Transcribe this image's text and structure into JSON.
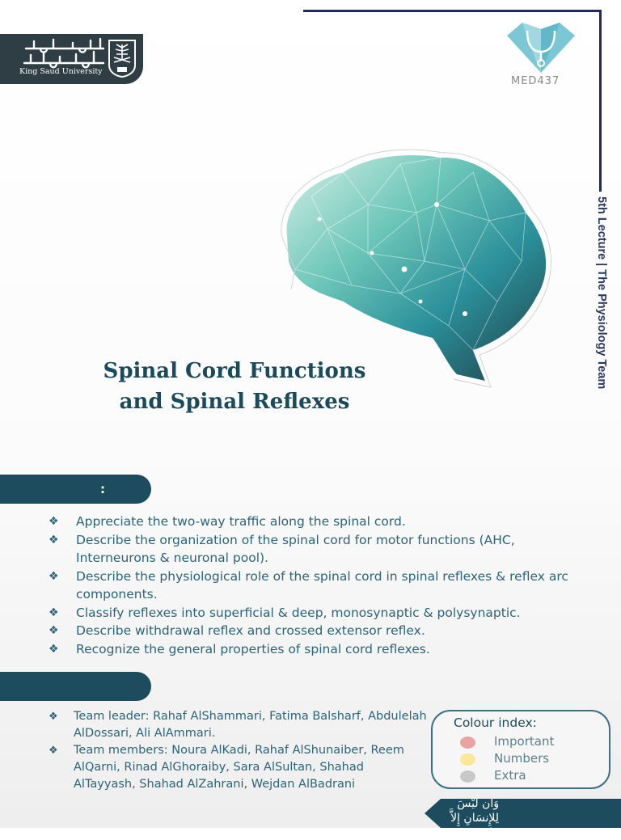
{
  "header": {
    "university_name_ar": "جامعة الملك سعود",
    "university_name_en": "King Saud University",
    "team_logo_label": "MED437",
    "side_text": "5th  Lecture  | The Physiology Team"
  },
  "title": {
    "line1": "Spinal Cord Functions",
    "line2": "and Spinal Reflexes"
  },
  "objectives": {
    "heading": ":",
    "bullet_icon": "diamond-bullet-icon",
    "items": [
      "Appreciate the two-way traffic along the spinal cord.",
      "Describe the organization of the spinal cord for motor functions (AHC, Interneurons & neuronal pool).",
      "Describe the physiological role of the spinal cord in spinal reflexes & reflex arc components.",
      "Classify reflexes into superficial & deep, monosynaptic & polysynaptic.",
      "Describe withdrawal reflex and crossed extensor reflex.",
      "Recognize the general properties of spinal cord reflexes."
    ]
  },
  "team": {
    "heading": "",
    "items": [
      "Team leader: Rahaf AlShammari, Fatima Balsharf, Abdulelah AlDossari, Ali AlAmmari.",
      "Team members: Noura AlKadi, Rahaf AlShunaiber, Reem AlQarni, Rinad AlGhoraiby, Sara AlSultan, Shahad AlTayyash, Shahad AlZahrani, Wejdan AlBadrani"
    ]
  },
  "colour_index": {
    "title": "Colour index:",
    "items": [
      {
        "label": "Important",
        "color": "#e8a3a3"
      },
      {
        "label": "Numbers",
        "color": "#fbe79a"
      },
      {
        "label": "Extra",
        "color": "#c8c8c8"
      }
    ]
  },
  "quote": "وَأَن لَيْسَ لِلإِنسَانِ إِلاَّ مَا سَعَى",
  "colors": {
    "primary": "#1c4c5e",
    "text": "#2b6478",
    "accent_line": "#1f2a5c"
  }
}
